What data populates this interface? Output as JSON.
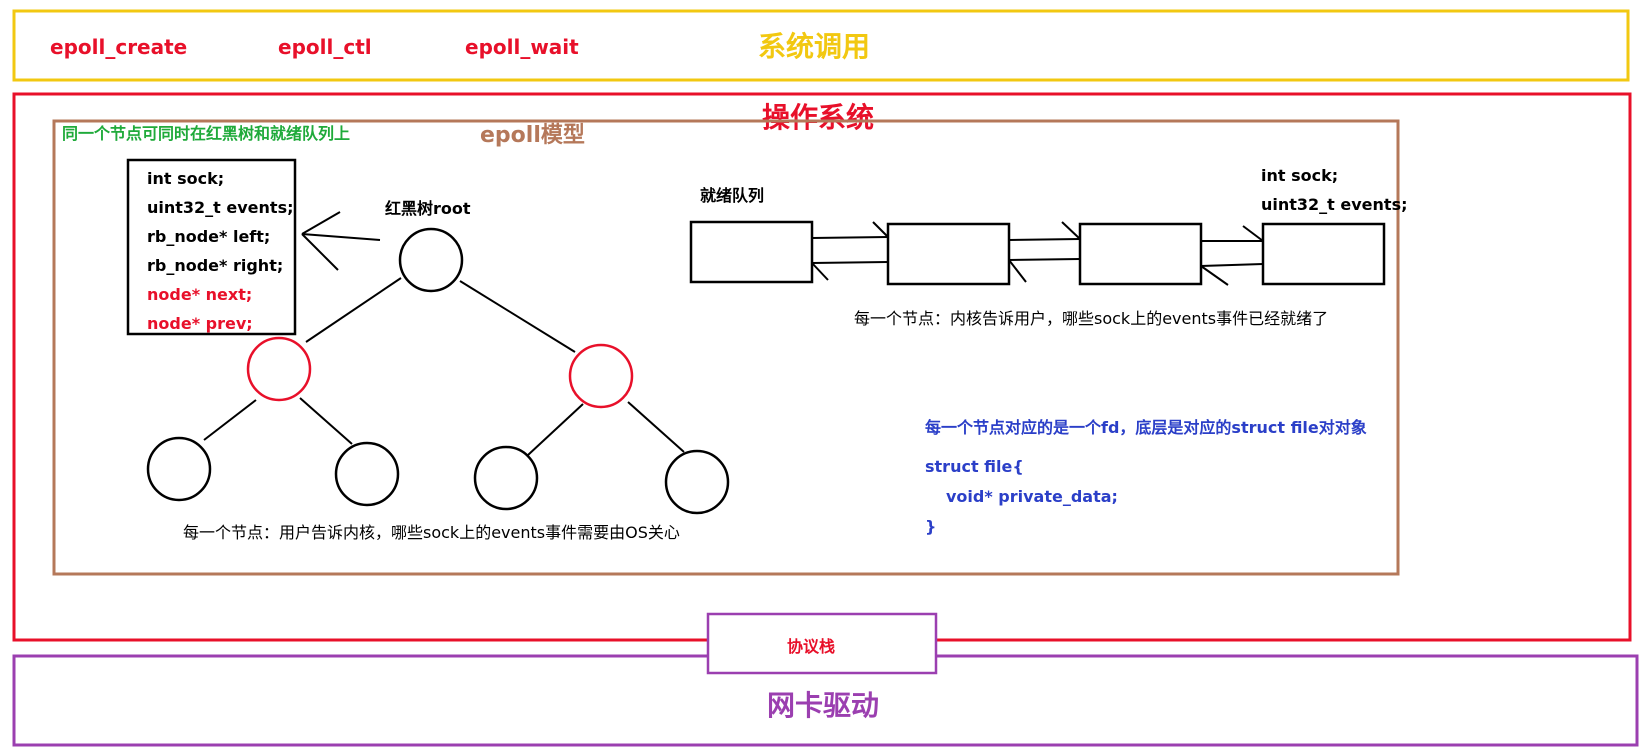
{
  "syscall": {
    "title": "系统调用",
    "calls": [
      "epoll_create",
      "epoll_ctl",
      "epoll_wait"
    ]
  },
  "os": {
    "title": "操作系统",
    "model_title": "epoll模型",
    "note_green": "同一个节点可同时在红黑树和就绪队列上",
    "struct_fields": [
      "int sock;",
      "uint32_t events;",
      "rb_node* left;",
      "rb_node* right;",
      "node* next;",
      "node* prev;"
    ],
    "rbtree_root_label": "红黑树root",
    "rbtree_caption": "每一个节点：用户告诉内核，哪些sock上的events事件需要由OS关心",
    "ready_queue_label": "就绪队列",
    "ready_node_fields": [
      "int sock;",
      "uint32_t events;"
    ],
    "ready_caption": "每一个节点：内核告诉用户，哪些sock上的events事件已经就绪了",
    "fd_note": "每一个节点对应的是一个fd，底层是对应的struct file对对象",
    "struct_file_lines": [
      "struct file{",
      "void* private_data;",
      "}"
    ]
  },
  "protocol_stack": {
    "label": "协议栈"
  },
  "nic_driver": {
    "title": "网卡驱动"
  },
  "colors": {
    "syscall_border": "#f2c811",
    "syscall_text": "#e8102a",
    "syscall_title": "#f2c811",
    "os_border": "#e8102a",
    "model_border": "#b5785a",
    "model_title": "#b5785a",
    "green_note": "#1faa3a",
    "blue_note": "#2b3fc8",
    "purple": "#9b3fb0"
  }
}
